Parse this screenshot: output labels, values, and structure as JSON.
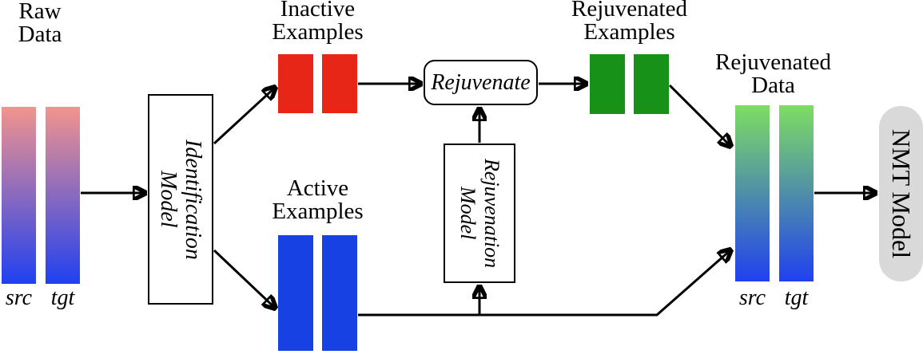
{
  "diagram": {
    "raw_data": {
      "line1": "Raw",
      "line2": "Data",
      "src_label": "src",
      "tgt_label": "tgt"
    },
    "identification_model": {
      "line1": "Identification",
      "line2": "Model"
    },
    "inactive_examples": {
      "line1": "Inactive",
      "line2": "Examples"
    },
    "active_examples": {
      "line1": "Active",
      "line2": "Examples"
    },
    "rejuvenate": {
      "label": "Rejuvenate"
    },
    "rejuvenation_model": {
      "line1": "Rejuvenation",
      "line2": "Model"
    },
    "rejuvenated_examples": {
      "line1": "Rejuvenated",
      "line2": "Examples"
    },
    "rejuvenated_data": {
      "line1": "Rejuvenated",
      "line2": "Data",
      "src_label": "src",
      "tgt_label": "tgt"
    },
    "nmt_model": {
      "label": "NMT Model"
    }
  },
  "colors": {
    "inactive_red": "#e82617",
    "active_blue": "#1741e3",
    "rejuvenated_green": "#189118",
    "raw_gradient_top": "#f2948e",
    "raw_gradient_bottom": "#2040f0",
    "rejuvenated_gradient_top": "#7edd62",
    "rejuvenated_gradient_bottom": "#2040f0",
    "nmt_gray": "#d9d9d9",
    "arrow_black": "#000000"
  }
}
